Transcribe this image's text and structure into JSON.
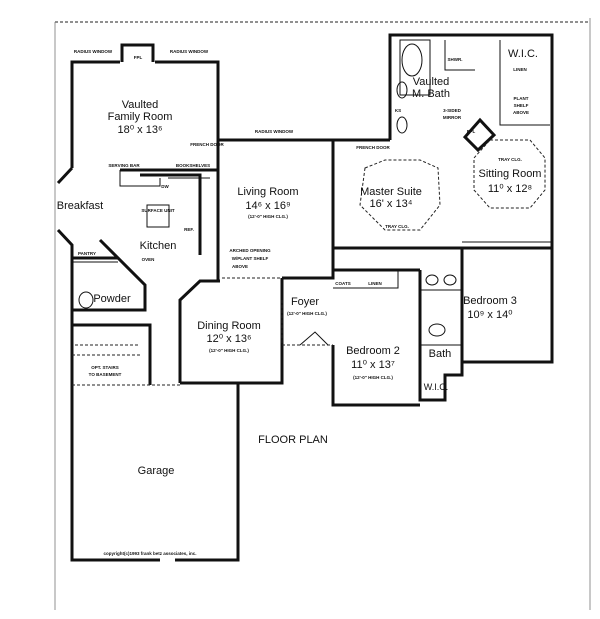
{
  "title": "FLOOR PLAN",
  "copyright": "copyright(c)1993 frank betz associates, inc.",
  "rooms": {
    "family": {
      "line1": "Vaulted",
      "line2": "Family Room",
      "dims": "18⁰ x 13⁶"
    },
    "breakfast": {
      "name": "Breakfast"
    },
    "kitchen": {
      "name": "Kitchen"
    },
    "living": {
      "name": "Living Room",
      "dims": "14⁶ x 16⁹",
      "ceiling": "(12'-0\" HIGH CLG.)"
    },
    "dining": {
      "name": "Dining Room",
      "dims": "12⁰ x 13⁶",
      "ceiling": "(12'-0\" HIGH CLG.)"
    },
    "foyer": {
      "name": "Foyer",
      "ceiling": "(12'-0\" HIGH CLG.)"
    },
    "powder": {
      "name": "Powder"
    },
    "garage": {
      "name": "Garage"
    },
    "master_bath": {
      "line1": "Vaulted",
      "line2": "M. Bath"
    },
    "master": {
      "name": "Master Suite",
      "dims": "16' x 13⁴",
      "tray": "TRAY CLG."
    },
    "sitting": {
      "name": "Sitting Room",
      "dims": "11⁰ x 12⁸",
      "tray": "TRAY CLG."
    },
    "bedroom3": {
      "name": "Bedroom 3",
      "dims": "10⁹ x 14⁰"
    },
    "bedroom2": {
      "name": "Bedroom 2",
      "dims": "11⁰ x 13⁷",
      "ceiling": "(12'-0\" HIGH CLG.)"
    },
    "bath": {
      "name": "Bath"
    },
    "wic2": {
      "name": "W.I.C."
    },
    "wic_master": {
      "name": "W.I.C."
    }
  },
  "notes": {
    "radius_window": "RADIUS WINDOW",
    "fpl": "FPL",
    "french_door": "FRENCH DOOR",
    "serving_bar": "SERVING BAR",
    "bookshelves": "BOOKSHELVES",
    "dw": "DW",
    "surface_unit": "SURFACE UNIT",
    "ref": "REF.",
    "oven": "OVEN",
    "pantry": "PANTRY",
    "arched1": "ARCHED OPENING",
    "arched2": "W/PLANT SHELF",
    "arched3": "ABOVE",
    "stairs1": "OPT. STAIRS",
    "stairs2": "TO BASEMENT",
    "shwr": "SHWR.",
    "linen": "LINEN",
    "plant1": "PLANT",
    "plant2": "SHELF",
    "plant3": "ABOVE",
    "ks": "KS",
    "mirror1": "3-SIDED",
    "mirror2": "MIRROR",
    "coats": "COATS"
  }
}
